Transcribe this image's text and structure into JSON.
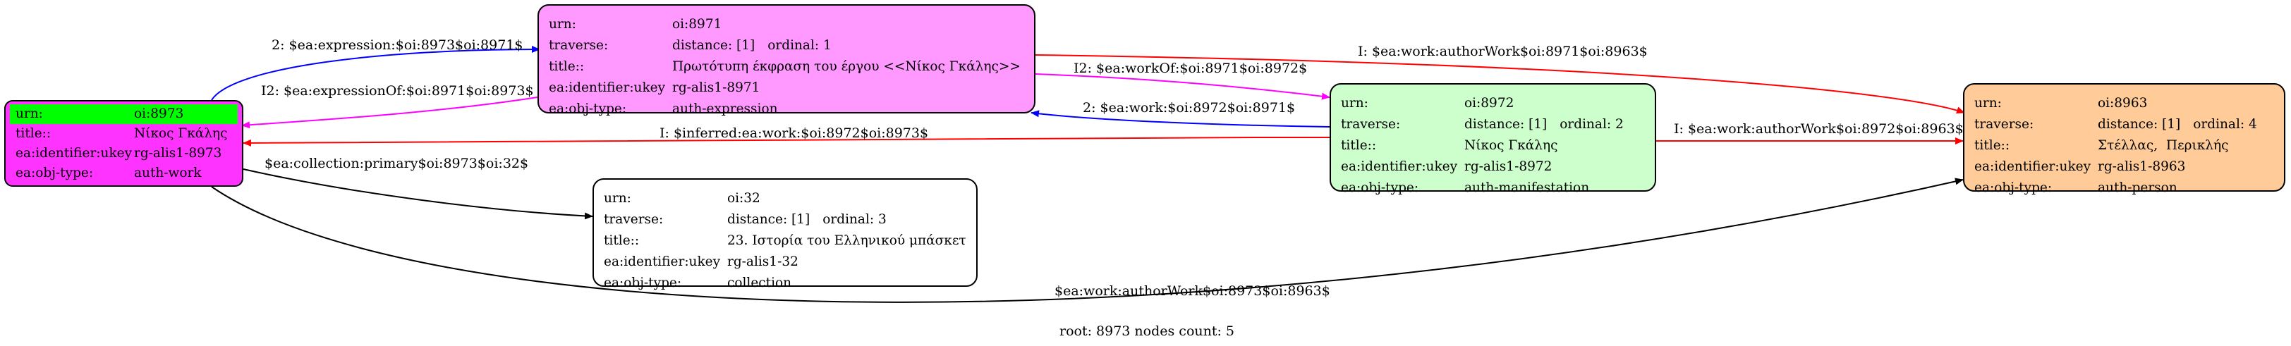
{
  "colors": {
    "work_fill": "#ff33ff",
    "expression_fill": "#ff99ff",
    "manifestation_fill": "#ccffcc",
    "person_fill": "#ffcc99",
    "collection_fill": "#ffffff",
    "highlight": "#00ff00",
    "edge_blue": "#0000ff",
    "edge_red": "#ff0000",
    "edge_magenta": "#ff00ff",
    "edge_black": "#000000"
  },
  "nodes": {
    "work": {
      "urn_label": "urn:",
      "urn": "oi:8973",
      "title_label": "title::",
      "title": "Νίκος Γκάλης",
      "ukey_label": "ea:identifier:ukey",
      "ukey": "rg-alis1-8973",
      "objtype_label": "ea:obj-type:",
      "objtype": "auth-work"
    },
    "expression": {
      "urn_label": "urn:",
      "urn": "oi:8971",
      "traverse_label": "traverse:",
      "distance": "distance: [1]",
      "ordinal": "ordinal: 1",
      "title_label": "title::",
      "title": "Πρωτότυπη έκφραση του έργου <<Νίκος Γκάλης>>",
      "ukey_label": "ea:identifier:ukey",
      "ukey": "rg-alis1-8971",
      "objtype_label": "ea:obj-type:",
      "objtype": "auth-expression"
    },
    "manifestation": {
      "urn_label": "urn:",
      "urn": "oi:8972",
      "traverse_label": "traverse:",
      "distance": "distance: [1]",
      "ordinal": "ordinal: 2",
      "title_label": "title::",
      "title": "Νίκος Γκάλης",
      "ukey_label": "ea:identifier:ukey",
      "ukey": "rg-alis1-8972",
      "objtype_label": "ea:obj-type:",
      "objtype": "auth-manifestation"
    },
    "person": {
      "urn_label": "urn:",
      "urn": "oi:8963",
      "traverse_label": "traverse:",
      "distance": "distance: [1]",
      "ordinal": "ordinal: 4",
      "title_label": "title::",
      "title": "Στέλλας,  Περικλής",
      "ukey_label": "ea:identifier:ukey",
      "ukey": "rg-alis1-8963",
      "objtype_label": "ea:obj-type:",
      "objtype": "auth-person"
    },
    "collection": {
      "urn_label": "urn:",
      "urn": "oi:32",
      "traverse_label": "traverse:",
      "distance": "distance: [1]",
      "ordinal": "ordinal: 3",
      "title_label": "title::",
      "title": "23. Ιστορία του Ελληνικού μπάσκετ",
      "ukey_label": "ea:identifier:ukey",
      "ukey": "rg-alis1-32",
      "objtype_label": "ea:obj-type:",
      "objtype": "collection"
    }
  },
  "edges": {
    "e1": "2: $ea:expression:$oi:8973$oi:8971$",
    "e2": "I2: $ea:expressionOf:$oi:8971$oi:8973$",
    "e3": "I: $ea:work:authorWork$oi:8971$oi:8963$",
    "e4": "I2: $ea:workOf:$oi:8971$oi:8972$",
    "e5": "2: $ea:work:$oi:8972$oi:8971$",
    "e6": "I: $inferred:ea:work:$oi:8972$oi:8973$",
    "e7": "I: $ea:work:authorWork$oi:8972$oi:8963$",
    "e8": "$ea:collection:primary$oi:8973$oi:32$",
    "e9": "$ea:work:authorWork$oi:8973$oi:8963$"
  },
  "footer": "root: 8973 nodes count: 5"
}
